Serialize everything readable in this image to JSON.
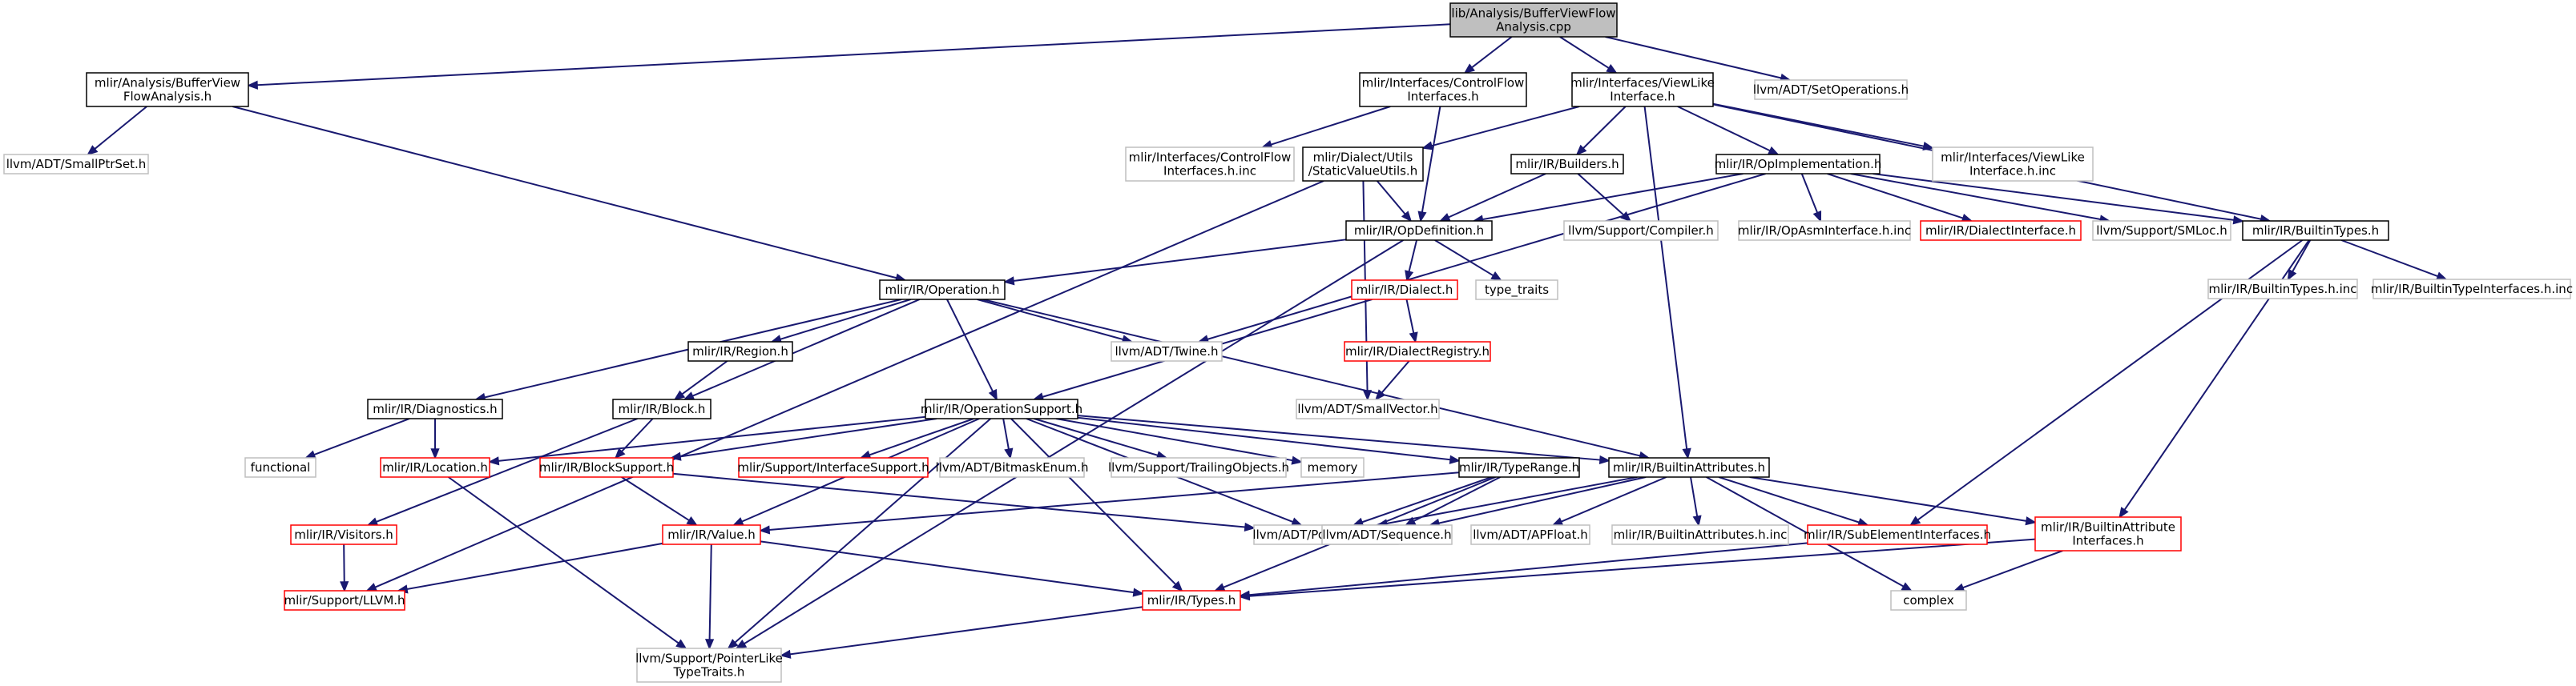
{
  "graph": {
    "colors": {
      "edge": "#191970",
      "node_border_default": "#000000",
      "node_border_external": "#bfbfbf",
      "node_border_incomplete": "#ff0000",
      "root_fill": "#bfbfbf",
      "fill": "#ffffff",
      "text": "#000000"
    },
    "nodes": [
      {
        "id": "root",
        "lines": [
          "lib/Analysis/BufferViewFlow",
          "Analysis.cpp"
        ],
        "style": "root"
      },
      {
        "id": "bvfa",
        "lines": [
          "mlir/Analysis/BufferView",
          "FlowAnalysis.h"
        ],
        "style": "default"
      },
      {
        "id": "cfi",
        "lines": [
          "mlir/Interfaces/ControlFlow",
          "Interfaces.h"
        ],
        "style": "default"
      },
      {
        "id": "vli",
        "lines": [
          "mlir/Interfaces/ViewLike",
          "Interface.h"
        ],
        "style": "default"
      },
      {
        "id": "setops",
        "lines": [
          "llvm/ADT/SetOperations.h"
        ],
        "style": "external"
      },
      {
        "id": "smallptrset",
        "lines": [
          "llvm/ADT/SmallPtrSet.h"
        ],
        "style": "external"
      },
      {
        "id": "cfiinc",
        "lines": [
          "mlir/Interfaces/ControlFlow",
          "Interfaces.h.inc"
        ],
        "style": "external"
      },
      {
        "id": "svu",
        "lines": [
          "mlir/Dialect/Utils",
          "/StaticValueUtils.h"
        ],
        "style": "default"
      },
      {
        "id": "builders",
        "lines": [
          "mlir/IR/Builders.h"
        ],
        "style": "default"
      },
      {
        "id": "opimpl",
        "lines": [
          "mlir/IR/OpImplementation.h"
        ],
        "style": "default"
      },
      {
        "id": "vliinc",
        "lines": [
          "mlir/Interfaces/ViewLike",
          "Interface.h.inc"
        ],
        "style": "external"
      },
      {
        "id": "opdef",
        "lines": [
          "mlir/IR/OpDefinition.h"
        ],
        "style": "default"
      },
      {
        "id": "compiler",
        "lines": [
          "llvm/Support/Compiler.h"
        ],
        "style": "external"
      },
      {
        "id": "opasminc",
        "lines": [
          "mlir/IR/OpAsmInterface.h.inc"
        ],
        "style": "external"
      },
      {
        "id": "dialectiface",
        "lines": [
          "mlir/IR/DialectInterface.h"
        ],
        "style": "incomplete"
      },
      {
        "id": "smloc",
        "lines": [
          "llvm/Support/SMLoc.h"
        ],
        "style": "external"
      },
      {
        "id": "builtintypes",
        "lines": [
          "mlir/IR/BuiltinTypes.h"
        ],
        "style": "default"
      },
      {
        "id": "btinc",
        "lines": [
          "mlir/IR/BuiltinTypes.h.inc"
        ],
        "style": "external"
      },
      {
        "id": "btiinc",
        "lines": [
          "mlir/IR/BuiltinTypeInterfaces.h.inc"
        ],
        "style": "external"
      },
      {
        "id": "operation",
        "lines": [
          "mlir/IR/Operation.h"
        ],
        "style": "default"
      },
      {
        "id": "dialect",
        "lines": [
          "mlir/IR/Dialect.h"
        ],
        "style": "incomplete"
      },
      {
        "id": "typetraits",
        "lines": [
          "type_traits"
        ],
        "style": "external"
      },
      {
        "id": "region",
        "lines": [
          "mlir/IR/Region.h"
        ],
        "style": "default"
      },
      {
        "id": "twine",
        "lines": [
          "llvm/ADT/Twine.h"
        ],
        "style": "external"
      },
      {
        "id": "dialectreg",
        "lines": [
          "mlir/IR/DialectRegistry.h"
        ],
        "style": "incomplete"
      },
      {
        "id": "diagnostics",
        "lines": [
          "mlir/IR/Diagnostics.h"
        ],
        "style": "default"
      },
      {
        "id": "block",
        "lines": [
          "mlir/IR/Block.h"
        ],
        "style": "default"
      },
      {
        "id": "opsupport",
        "lines": [
          "mlir/IR/OperationSupport.h"
        ],
        "style": "default"
      },
      {
        "id": "smallvector",
        "lines": [
          "llvm/ADT/SmallVector.h"
        ],
        "style": "external"
      },
      {
        "id": "functional",
        "lines": [
          "functional"
        ],
        "style": "external"
      },
      {
        "id": "location",
        "lines": [
          "mlir/IR/Location.h"
        ],
        "style": "incomplete"
      },
      {
        "id": "blocksupport",
        "lines": [
          "mlir/IR/BlockSupport.h"
        ],
        "style": "incomplete"
      },
      {
        "id": "ifacesupport",
        "lines": [
          "mlir/Support/InterfaceSupport.h"
        ],
        "style": "incomplete"
      },
      {
        "id": "bitmask",
        "lines": [
          "llvm/ADT/BitmaskEnum.h"
        ],
        "style": "external"
      },
      {
        "id": "trailing",
        "lines": [
          "llvm/Support/TrailingObjects.h"
        ],
        "style": "external"
      },
      {
        "id": "memory",
        "lines": [
          "memory"
        ],
        "style": "external"
      },
      {
        "id": "typerange",
        "lines": [
          "mlir/IR/TypeRange.h"
        ],
        "style": "default"
      },
      {
        "id": "battrs",
        "lines": [
          "mlir/IR/BuiltinAttributes.h"
        ],
        "style": "default"
      },
      {
        "id": "visitors",
        "lines": [
          "mlir/IR/Visitors.h"
        ],
        "style": "incomplete"
      },
      {
        "id": "value",
        "lines": [
          "mlir/IR/Value.h"
        ],
        "style": "incomplete"
      },
      {
        "id": "ptrunion",
        "lines": [
          "llvm/ADT/PointerUnion.h"
        ],
        "style": "external"
      },
      {
        "id": "sequence",
        "lines": [
          "llvm/ADT/Sequence.h"
        ],
        "style": "external"
      },
      {
        "id": "apfloat",
        "lines": [
          "llvm/ADT/APFloat.h"
        ],
        "style": "external"
      },
      {
        "id": "bainc",
        "lines": [
          "mlir/IR/BuiltinAttributes.h.inc"
        ],
        "style": "external"
      },
      {
        "id": "subelem",
        "lines": [
          "mlir/IR/SubElementInterfaces.h"
        ],
        "style": "incomplete"
      },
      {
        "id": "baifaces",
        "lines": [
          "mlir/IR/BuiltinAttribute",
          "Interfaces.h"
        ],
        "style": "incomplete"
      },
      {
        "id": "llvmh",
        "lines": [
          "mlir/Support/LLVM.h"
        ],
        "style": "incomplete"
      },
      {
        "id": "types",
        "lines": [
          "mlir/IR/Types.h"
        ],
        "style": "incomplete"
      },
      {
        "id": "complex",
        "lines": [
          "complex"
        ],
        "style": "external"
      },
      {
        "id": "plt",
        "lines": [
          "llvm/Support/PointerLike",
          "TypeTraits.h"
        ],
        "style": "external"
      }
    ],
    "edges": [
      [
        "root",
        "bvfa"
      ],
      [
        "root",
        "cfi"
      ],
      [
        "root",
        "vli"
      ],
      [
        "root",
        "setops"
      ],
      [
        "bvfa",
        "smallptrset"
      ],
      [
        "bvfa",
        "operation"
      ],
      [
        "cfi",
        "cfiinc"
      ],
      [
        "cfi",
        "opdef"
      ],
      [
        "vli",
        "svu"
      ],
      [
        "vli",
        "builders"
      ],
      [
        "vli",
        "opimpl"
      ],
      [
        "vli",
        "builtintypes"
      ],
      [
        "vli",
        "battrs"
      ],
      [
        "vli",
        "vliinc"
      ],
      [
        "svu",
        "opdef"
      ],
      [
        "svu",
        "smallvector"
      ],
      [
        "svu",
        "llvmh"
      ],
      [
        "builders",
        "opdef"
      ],
      [
        "builders",
        "compiler"
      ],
      [
        "opimpl",
        "opdef"
      ],
      [
        "opimpl",
        "opasminc"
      ],
      [
        "opimpl",
        "dialectiface"
      ],
      [
        "opimpl",
        "smloc"
      ],
      [
        "opimpl",
        "twine"
      ],
      [
        "opimpl",
        "builtintypes"
      ],
      [
        "opdef",
        "operation"
      ],
      [
        "opdef",
        "dialect"
      ],
      [
        "opdef",
        "typetraits"
      ],
      [
        "opdef",
        "plt"
      ],
      [
        "builtintypes",
        "btinc"
      ],
      [
        "builtintypes",
        "btiinc"
      ],
      [
        "builtintypes",
        "subelem"
      ],
      [
        "builtintypes",
        "baifaces"
      ],
      [
        "operation",
        "region"
      ],
      [
        "operation",
        "block"
      ],
      [
        "operation",
        "diagnostics"
      ],
      [
        "operation",
        "twine"
      ],
      [
        "operation",
        "opsupport"
      ],
      [
        "operation",
        "battrs"
      ],
      [
        "dialect",
        "dialectreg"
      ],
      [
        "dialect",
        "opsupport"
      ],
      [
        "dialectreg",
        "smallvector"
      ],
      [
        "region",
        "block"
      ],
      [
        "diagnostics",
        "location"
      ],
      [
        "diagnostics",
        "functional"
      ],
      [
        "block",
        "blocksupport"
      ],
      [
        "block",
        "visitors"
      ],
      [
        "visitors",
        "llvmh"
      ],
      [
        "opsupport",
        "location"
      ],
      [
        "opsupport",
        "blocksupport"
      ],
      [
        "opsupport",
        "ifacesupport"
      ],
      [
        "opsupport",
        "bitmask"
      ],
      [
        "opsupport",
        "trailing"
      ],
      [
        "opsupport",
        "memory"
      ],
      [
        "opsupport",
        "typerange"
      ],
      [
        "opsupport",
        "battrs"
      ],
      [
        "opsupport",
        "value"
      ],
      [
        "opsupport",
        "ptrunion"
      ],
      [
        "opsupport",
        "types"
      ],
      [
        "opsupport",
        "plt"
      ],
      [
        "location",
        "plt"
      ],
      [
        "blocksupport",
        "value"
      ],
      [
        "blocksupport",
        "ptrunion"
      ],
      [
        "value",
        "llvmh"
      ],
      [
        "value",
        "types"
      ],
      [
        "value",
        "plt"
      ],
      [
        "typerange",
        "value"
      ],
      [
        "typerange",
        "ptrunion"
      ],
      [
        "typerange",
        "sequence"
      ],
      [
        "typerange",
        "types"
      ],
      [
        "battrs",
        "ptrunion"
      ],
      [
        "battrs",
        "sequence"
      ],
      [
        "battrs",
        "apfloat"
      ],
      [
        "battrs",
        "bainc"
      ],
      [
        "battrs",
        "subelem"
      ],
      [
        "battrs",
        "baifaces"
      ],
      [
        "battrs",
        "complex"
      ],
      [
        "subelem",
        "types"
      ],
      [
        "baifaces",
        "types"
      ],
      [
        "baifaces",
        "complex"
      ],
      [
        "types",
        "plt"
      ]
    ]
  }
}
